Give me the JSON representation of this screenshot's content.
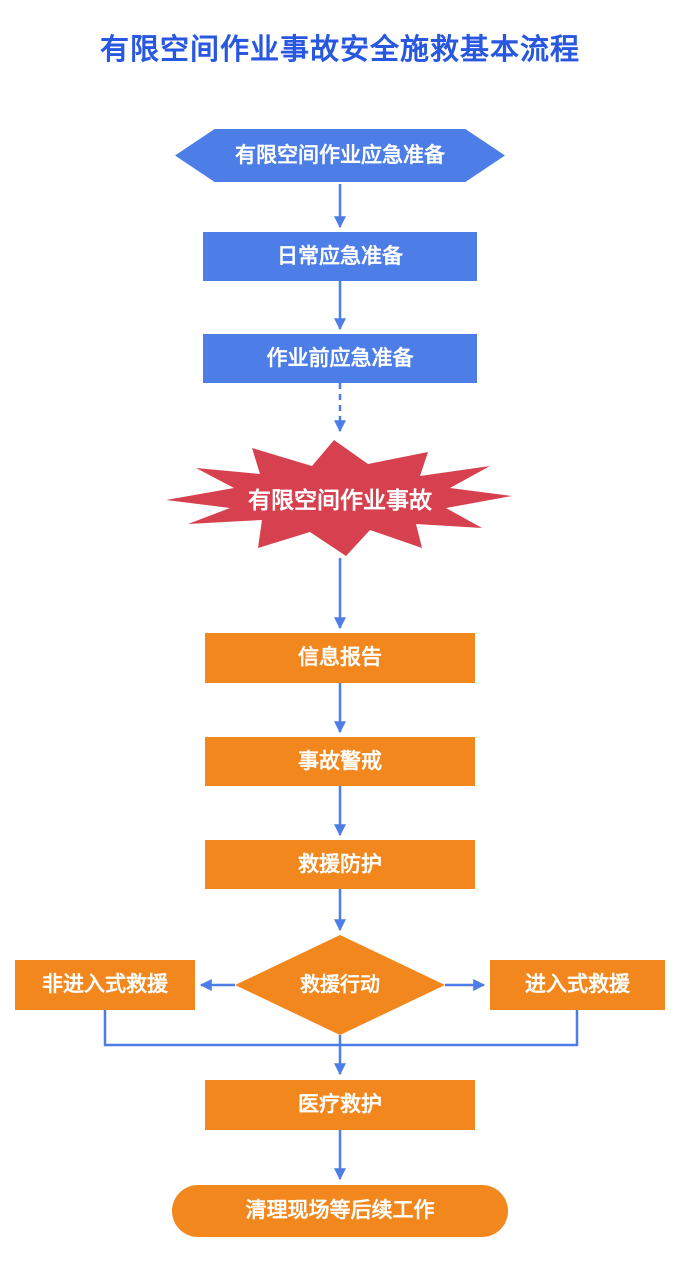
{
  "title": "有限空间作业事故安全施救基本流程",
  "colors": {
    "title": "#2857e0",
    "blue": "#4d7ee7",
    "orange": "#f2871d",
    "red": "#d7404e"
  },
  "nodes": {
    "prep": {
      "label": "有限空间作业应急准备",
      "shape": "hexagon",
      "color": "blue"
    },
    "daily": {
      "label": "日常应急准备",
      "shape": "rect",
      "color": "blue"
    },
    "pre_work": {
      "label": "作业前应急准备",
      "shape": "rect",
      "color": "blue"
    },
    "accident": {
      "label": "有限空间作业事故",
      "shape": "starburst",
      "color": "red"
    },
    "report": {
      "label": "信息报告",
      "shape": "rect",
      "color": "orange"
    },
    "alert": {
      "label": "事故警戒",
      "shape": "rect",
      "color": "orange"
    },
    "protection": {
      "label": "救援防护",
      "shape": "rect",
      "color": "orange"
    },
    "action": {
      "label": "救援行动",
      "shape": "diamond",
      "color": "orange"
    },
    "non_entry": {
      "label": "非进入式救援",
      "shape": "rect",
      "color": "orange"
    },
    "entry": {
      "label": "进入式救援",
      "shape": "rect",
      "color": "orange"
    },
    "medical": {
      "label": "医疗救护",
      "shape": "rect",
      "color": "orange"
    },
    "cleanup": {
      "label": "清理现场等后续工作",
      "shape": "pill",
      "color": "orange"
    }
  },
  "edges": [
    {
      "from": "prep",
      "to": "daily",
      "style": "solid"
    },
    {
      "from": "daily",
      "to": "pre_work",
      "style": "solid"
    },
    {
      "from": "pre_work",
      "to": "accident",
      "style": "dashed"
    },
    {
      "from": "accident",
      "to": "report",
      "style": "solid"
    },
    {
      "from": "report",
      "to": "alert",
      "style": "solid"
    },
    {
      "from": "alert",
      "to": "protection",
      "style": "solid"
    },
    {
      "from": "protection",
      "to": "action",
      "style": "solid"
    },
    {
      "from": "action",
      "to": "non_entry",
      "style": "solid"
    },
    {
      "from": "action",
      "to": "entry",
      "style": "solid"
    },
    {
      "from": "non_entry",
      "to": "medical",
      "style": "solid"
    },
    {
      "from": "entry",
      "to": "medical",
      "style": "solid"
    },
    {
      "from": "action",
      "to": "medical",
      "style": "solid"
    },
    {
      "from": "medical",
      "to": "cleanup",
      "style": "solid"
    }
  ]
}
